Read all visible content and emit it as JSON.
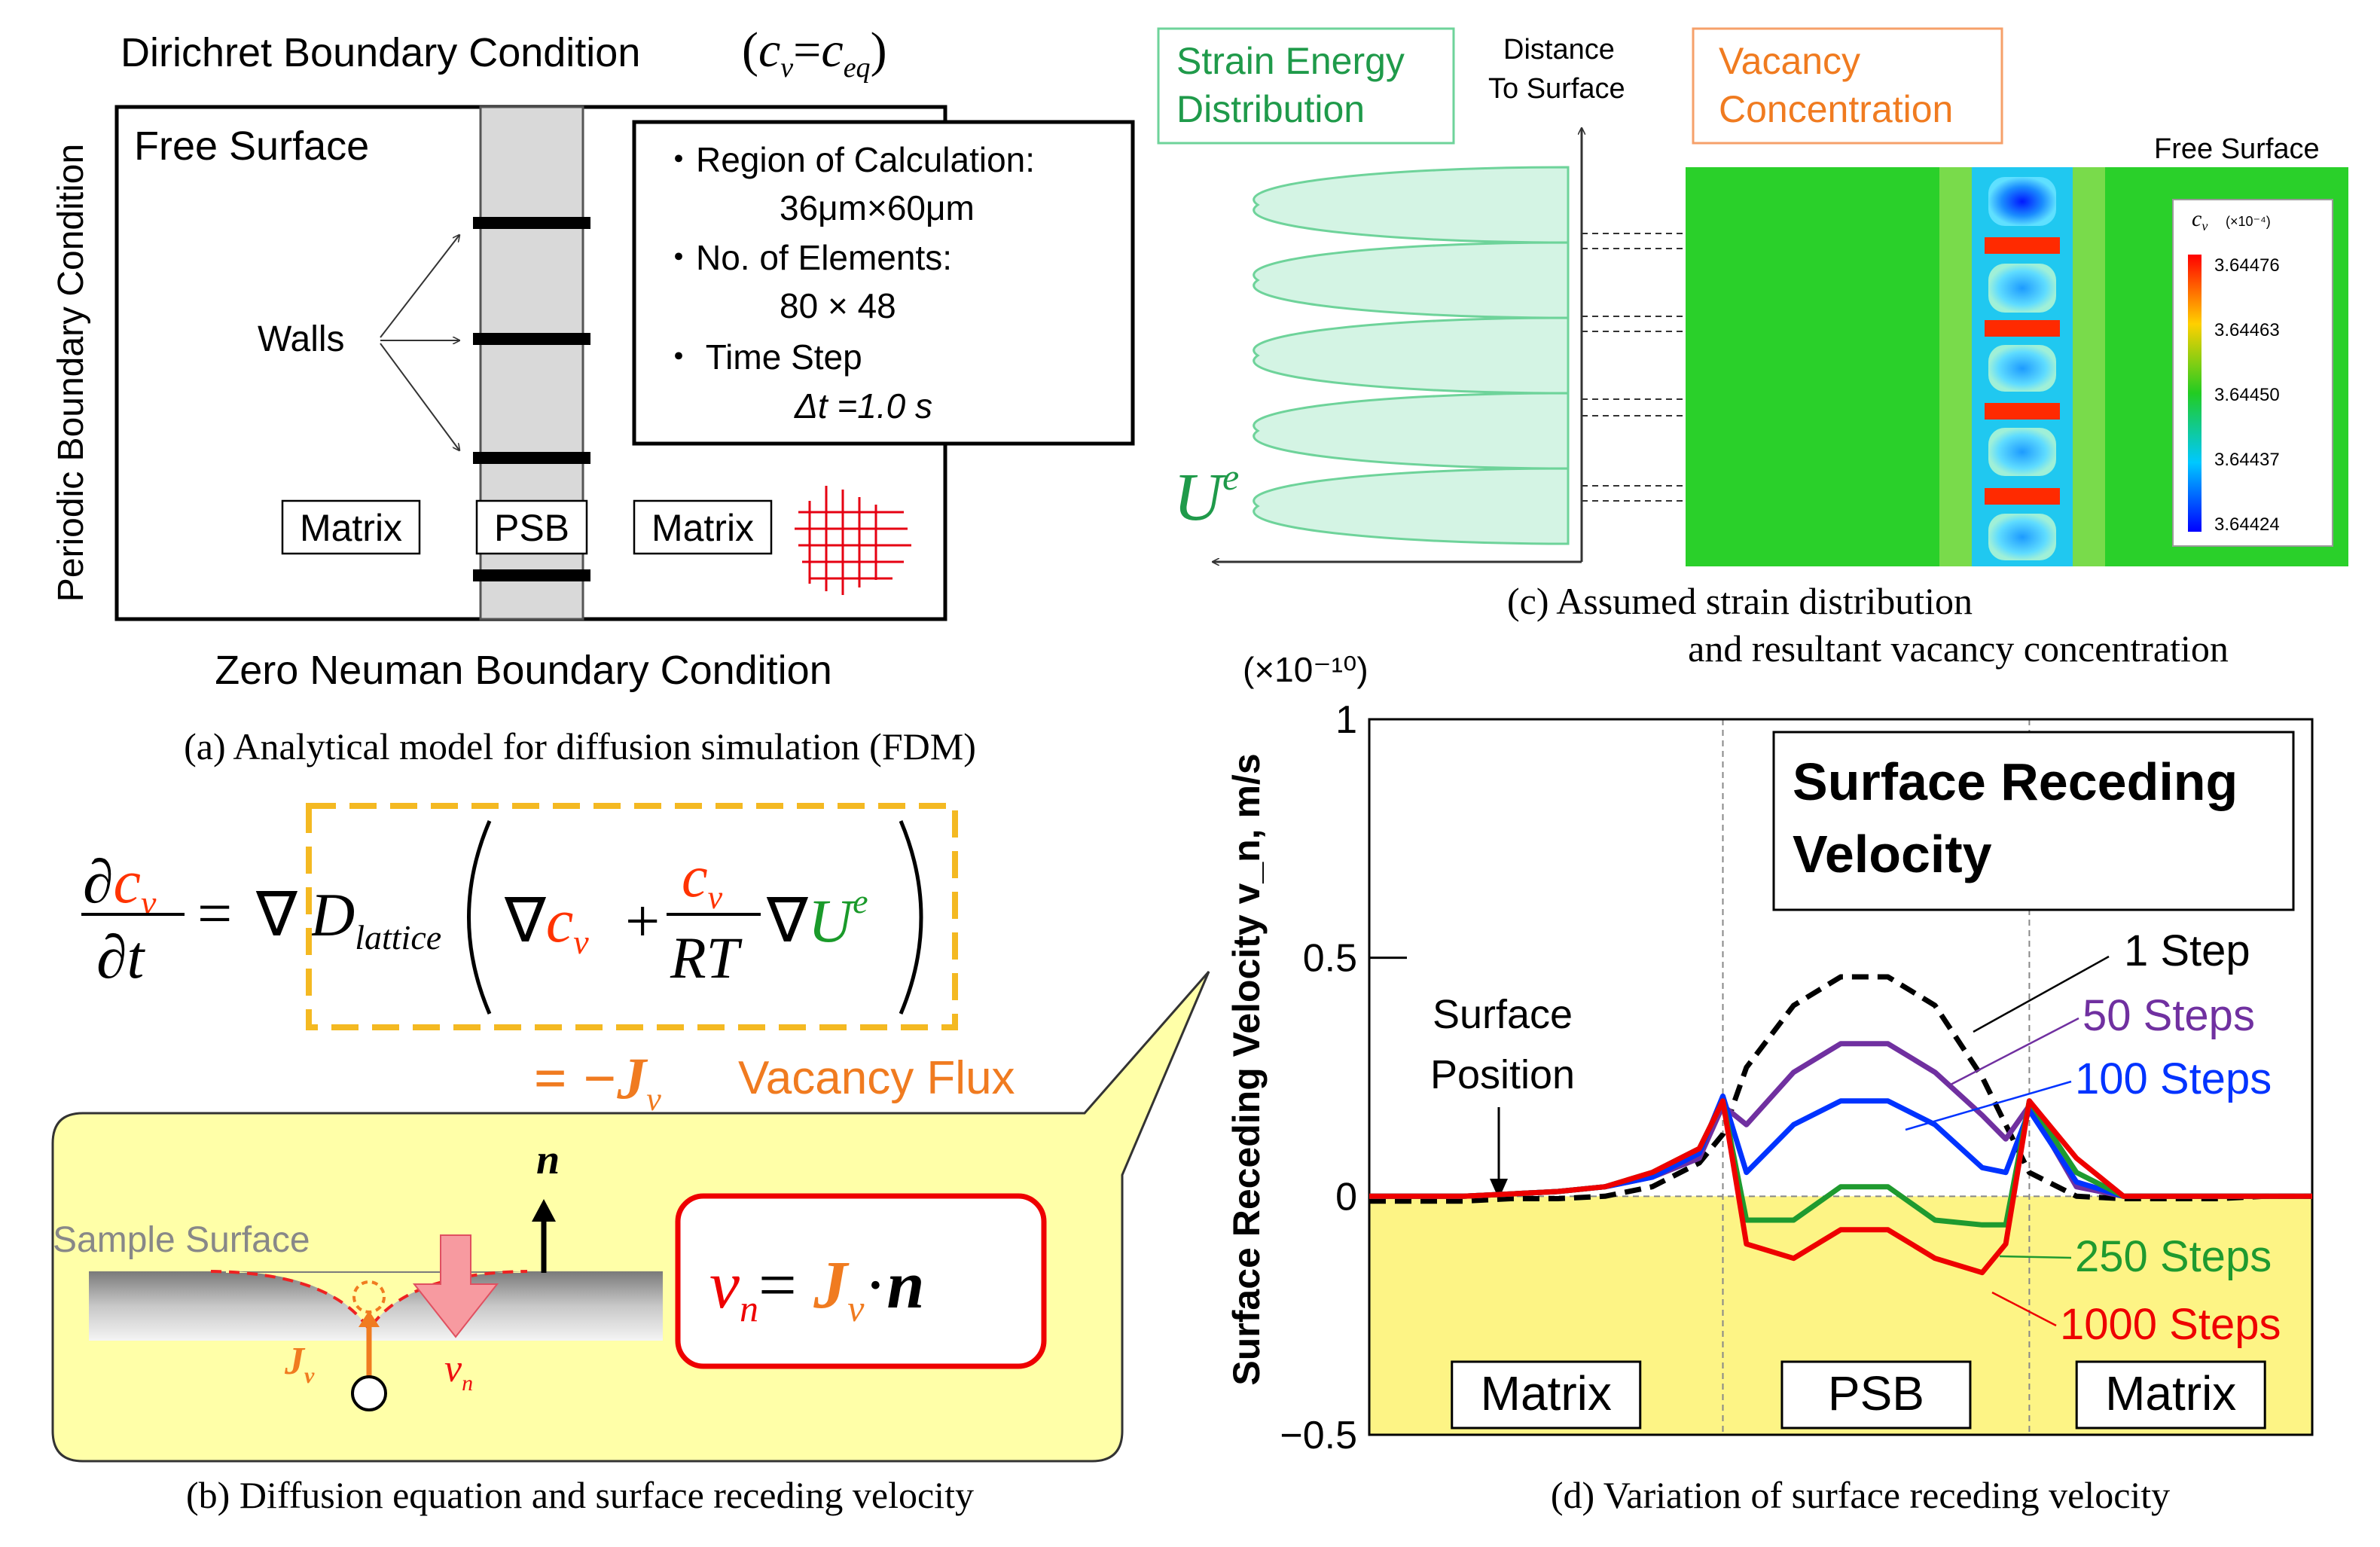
{
  "panel_a": {
    "top_label": "Dirichret Boundary Condition",
    "top_formula_c": "c",
    "top_formula_v": "v",
    "top_formula_eq": "=",
    "top_formula_c2": "c",
    "top_formula_eqsub": "eq",
    "left_label": "Periodic Boundary Condition",
    "bottom_label": "Zero Neuman Boundary Condition",
    "free_surface": "Free Surface",
    "walls": "Walls",
    "matrix_left": "Matrix",
    "psb": "PSB",
    "matrix_right": "Matrix",
    "info_lines": [
      "・Region of Calculation:",
      "36μm×60μm",
      "・No. of Elements:",
      "80 × 48",
      "・ Time Step",
      "Δt =1.0 s"
    ],
    "caption": "(a) Analytical model for diffusion simulation (FDM)"
  },
  "panel_b": {
    "caption": "(b) Diffusion equation and surface receding velocity",
    "vacancy_flux": "Vacancy Flux",
    "sample_surface": "Sample Surface",
    "eq_neg_j": "= −J",
    "sub_v": "v",
    "label_n": "n",
    "label_jv": "J",
    "label_vn": "v",
    "sub_n": "n",
    "eq_right_v": "v",
    "eq_right_eq": "= ",
    "eq_right_j": "J",
    "eq_right_dot": "·",
    "eq_right_n": "n",
    "pde_d": "∂",
    "pde_c": "c",
    "pde_t": "∂t",
    "pde_nabla": "∇",
    "pde_D": "D",
    "pde_lattice": "lattice",
    "pde_plus": "+",
    "pde_RT": "RT",
    "pde_U": "U",
    "pde_e": "e",
    "pde_eq": "="
  },
  "panel_c": {
    "strain_energy": [
      "Strain Energy",
      "Distribution"
    ],
    "distance": [
      "Distance",
      "To Surface"
    ],
    "vacancy": [
      "Vacancy",
      "Concentration"
    ],
    "free_surface": "Free Surface",
    "ue_label": "U",
    "ue_sup": "e",
    "colorbar_title": "c",
    "colorbar_sub": "v",
    "colorbar_unit": "(×10⁻⁴)",
    "colorbar_ticks": [
      "3.64476",
      "3.64463",
      "3.64450",
      "3.64437",
      "3.64424"
    ],
    "caption_lines": [
      "(c) Assumed strain distribution",
      "and resultant vacancy concentration"
    ]
  },
  "chart_data": {
    "type": "line",
    "title": "Surface Receding Velocity",
    "ylabel": "Surface Receding Velocity v_n, m/s",
    "yscale_label": "(×10⁻¹⁰)",
    "ylim": [
      -0.5,
      1
    ],
    "yticks": [
      "1",
      "0.5",
      "0",
      "−0.5"
    ],
    "xlim": [
      0,
      40
    ],
    "region_labels": [
      "Matrix",
      "PSB",
      "Matrix"
    ],
    "region_boundaries": [
      15,
      28
    ],
    "annotation": [
      "Surface",
      "Position"
    ],
    "colors": {
      "1 Step": "#000000",
      "50 Steps": "#7030a0",
      "100 Steps": "#0033ff",
      "250 Steps": "#1f9a2f",
      "1000 Steps": "#ee0000",
      "fill": "#fdf485"
    },
    "x": [
      0,
      2,
      4,
      6,
      8,
      10,
      12,
      14,
      15,
      16,
      18,
      20,
      22,
      24,
      26,
      27,
      28,
      30,
      32,
      34,
      36,
      38,
      40
    ],
    "series": [
      {
        "name": "1 Step",
        "dash": true,
        "values": [
          -0.01,
          -0.01,
          -0.01,
          -0.005,
          -0.005,
          0.0,
          0.02,
          0.07,
          0.13,
          0.27,
          0.4,
          0.46,
          0.46,
          0.4,
          0.25,
          0.15,
          0.05,
          0.0,
          -0.005,
          -0.005,
          -0.005,
          0,
          0
        ]
      },
      {
        "name": "50 Steps",
        "values": [
          0.0,
          0.0,
          0.0,
          0.005,
          0.01,
          0.02,
          0.04,
          0.08,
          0.19,
          0.15,
          0.26,
          0.32,
          0.32,
          0.26,
          0.17,
          0.12,
          0.19,
          0.02,
          0.0,
          0.0,
          0.0,
          0,
          0
        ]
      },
      {
        "name": "100 Steps",
        "values": [
          0.0,
          0.0,
          0.0,
          0.005,
          0.01,
          0.02,
          0.04,
          0.09,
          0.21,
          0.05,
          0.15,
          0.2,
          0.2,
          0.15,
          0.06,
          0.05,
          0.18,
          0.03,
          0.0,
          0.0,
          0.0,
          0,
          0
        ]
      },
      {
        "name": "250 Steps",
        "values": [
          0.0,
          0.0,
          0.0,
          0.005,
          0.01,
          0.02,
          0.05,
          0.1,
          0.2,
          -0.05,
          -0.05,
          0.02,
          0.02,
          -0.05,
          -0.06,
          -0.06,
          0.2,
          0.05,
          0.0,
          0.0,
          0.0,
          0,
          0
        ]
      },
      {
        "name": "1000 Steps",
        "values": [
          0.0,
          0.0,
          0.0,
          0.005,
          0.01,
          0.02,
          0.05,
          0.1,
          0.2,
          -0.1,
          -0.13,
          -0.07,
          -0.07,
          -0.13,
          -0.16,
          -0.1,
          0.2,
          0.08,
          0.0,
          0.0,
          0.0,
          0,
          0
        ]
      }
    ],
    "caption": "(d) Variation of surface receding velocity"
  }
}
